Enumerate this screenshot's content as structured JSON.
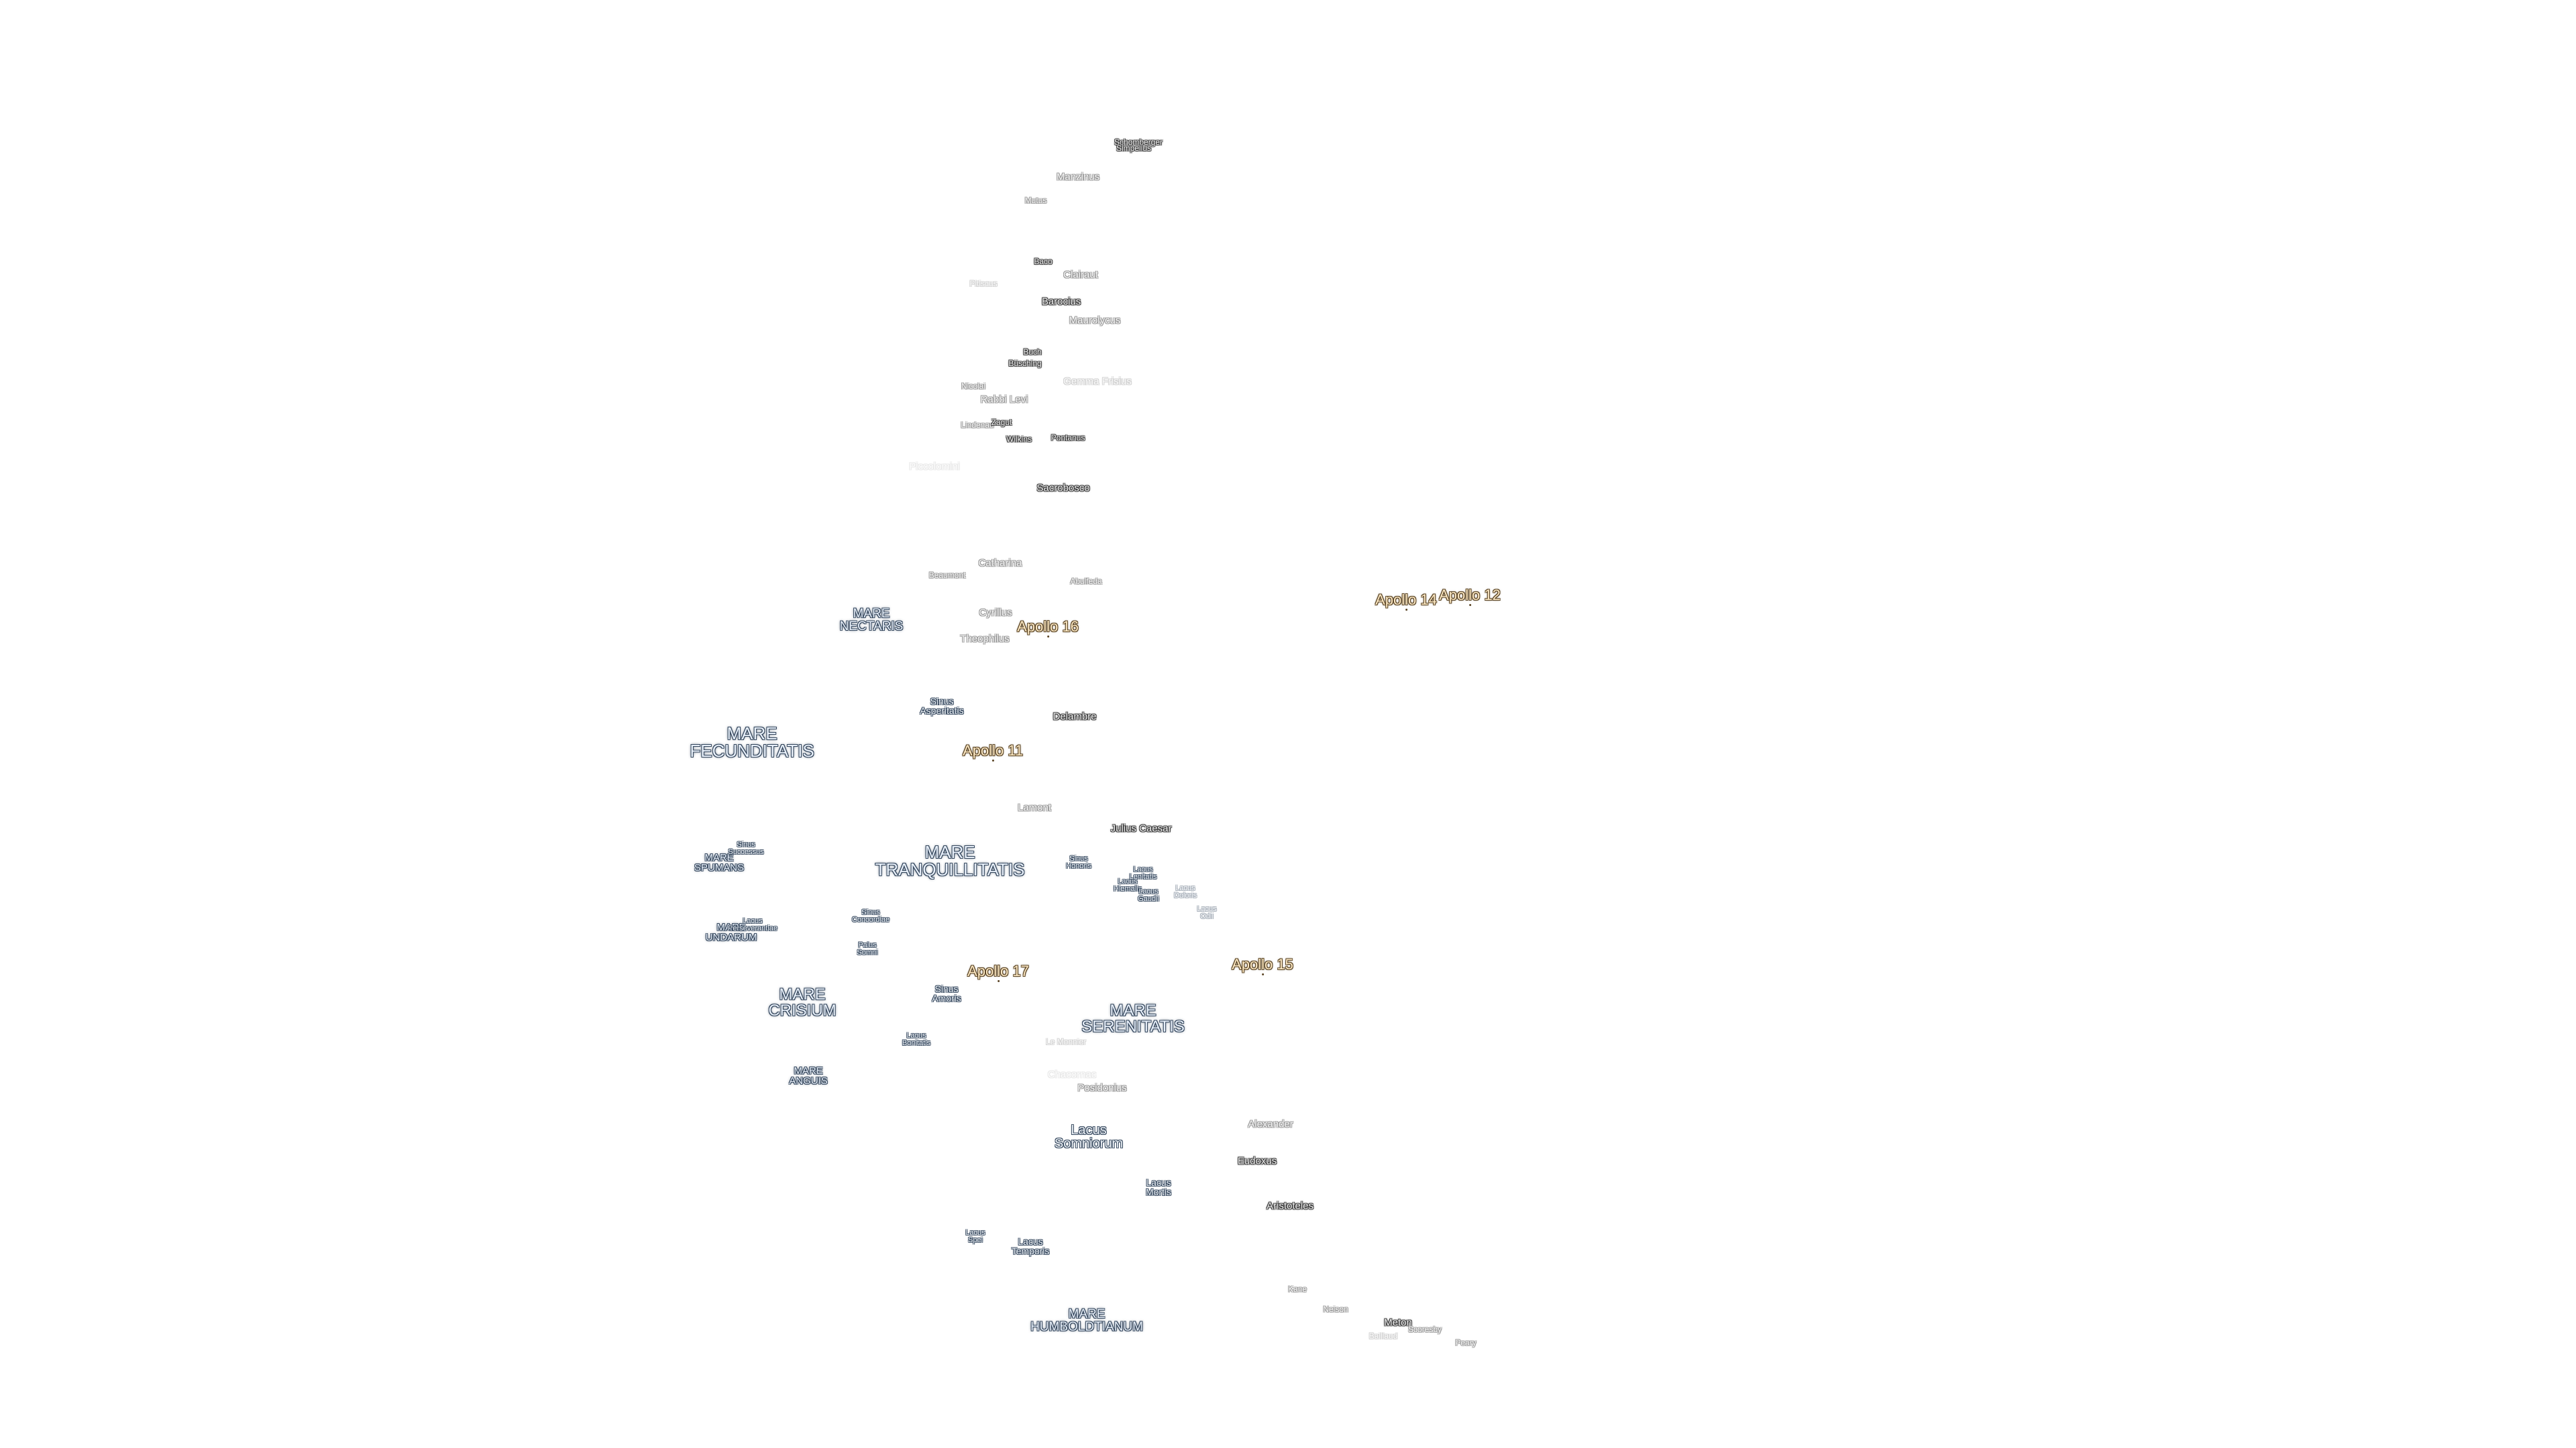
{
  "map": {
    "background": "#ffffff",
    "colors": {
      "crater_fill": "#f2f2f2",
      "crater_outline": "#3a3a3a",
      "mare_fill": "#e8f0fa",
      "mare_outline": "#34465c",
      "apollo_fill": "#fde9c4",
      "apollo_outline": "#5a4424"
    },
    "craters": [
      "Schomberger",
      "Simpelius",
      "Manzinus",
      "Mutus",
      "Baco",
      "Clairaut",
      "Pitiscus",
      "Barocius",
      "Maurolycus",
      "Buch",
      "Büsching",
      "Gemma Frisius",
      "Nicolai",
      "Rabbi Levi",
      "Lindenau",
      "Zagut",
      "Wilkins",
      "Pontanus",
      "Piccolomini",
      "Sacrobosco",
      "Catharina",
      "Beaumont",
      "Abulfeda",
      "Cyrillus",
      "Theophilus",
      "Delambre",
      "Lamont",
      "Julius Caesar",
      "Le Monnier",
      "Chacornac",
      "Posidonius",
      "Alexander",
      "Eudoxus",
      "Aristoteles",
      "Kane",
      "Neison",
      "Meton",
      "Baillaud",
      "Scoresby",
      "Peary"
    ],
    "maria": [
      "MARE\nNECTARIS",
      "MARE\nFECUNDITATIS",
      "MARE\nTRANQUILLITATIS",
      "MARE\nSPUMANS",
      "MARE\nUNDARUM",
      "MARE\nCRISIUM",
      "MARE\nSERENITATIS",
      "MARE\nANGUIS",
      "MARE\nHUMBOLDTIANUM"
    ],
    "sinus_lacus_palus": [
      "Sinus\nAsperitatis",
      "Sinus\nSuccessus",
      "Sinus\nHonoris",
      "Lacus\nLenitatis",
      "Lacus\nHiemalis",
      "Lacus\nGaudii",
      "Lacus\nDoloris",
      "Lacus\nOdii",
      "Sinus\nConcordiae",
      "Lacus\nPerseverantiae",
      "Palus\nSomni",
      "Sinus\nAmoris",
      "Lacus\nBonitatis",
      "Lacus\nSomniorum",
      "Lacus\nMortis",
      "Lacus\nSpei",
      "Lacus\nTemporis"
    ],
    "apollo_sites": [
      "Apollo 14",
      "Apollo 12",
      "Apollo 16",
      "Apollo 11",
      "Apollo 17",
      "Apollo 15"
    ]
  }
}
